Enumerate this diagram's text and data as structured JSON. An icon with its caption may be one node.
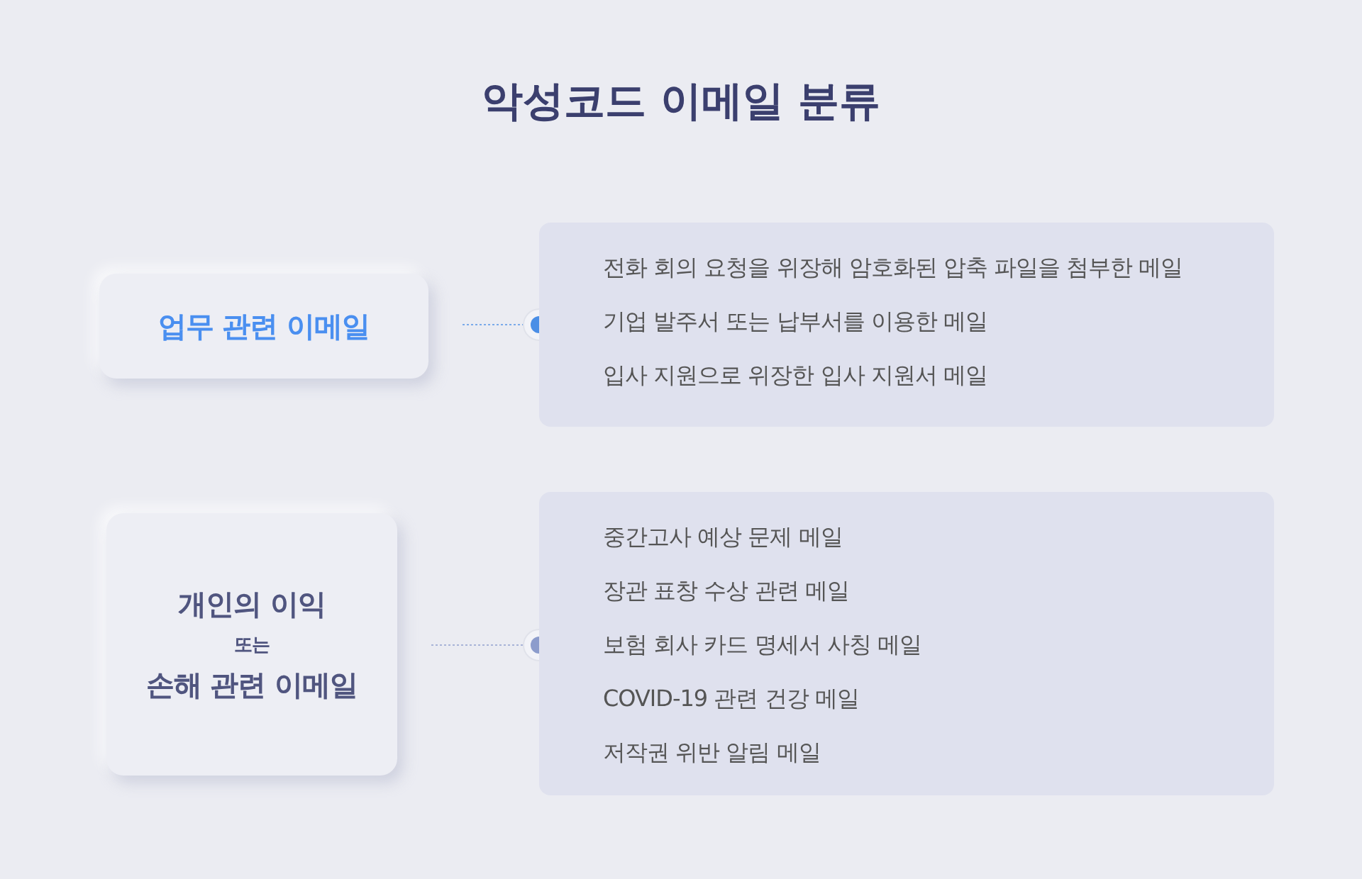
{
  "diagram": {
    "title": "악성코드 이메일 분류",
    "nodes": [
      {
        "text": [
          "업무 관련 이메일"
        ]
      },
      {
        "text": [
          "전화 회의 요청을 위장해 암호화된 압축 파일을 첨부한 메일",
          "기업 발주서 또는 납부서를 이용한 메일",
          "입사 지원으로 위장한 입사 지원서 메일"
        ]
      },
      {
        "text": [
          "개인의 이익",
          "또는",
          "손해 관련 이메일"
        ]
      },
      {
        "text": [
          "중간고사 예상 문제 메일",
          "장관 표창 수상 관련 메일",
          "보험 회사 카드 명세서 사칭 메일",
          "COVID-19 관련 건강 메일",
          "저작권 위반 알림 메일"
        ]
      }
    ],
    "edges": [
      {
        "from": 0,
        "to": 1,
        "arrow": "other",
        "style": "dashed",
        "color": "#4a8ee6"
      },
      {
        "from": 2,
        "to": 3,
        "arrow": "other",
        "style": "dashed",
        "color": "#8c9ccc"
      }
    ]
  }
}
